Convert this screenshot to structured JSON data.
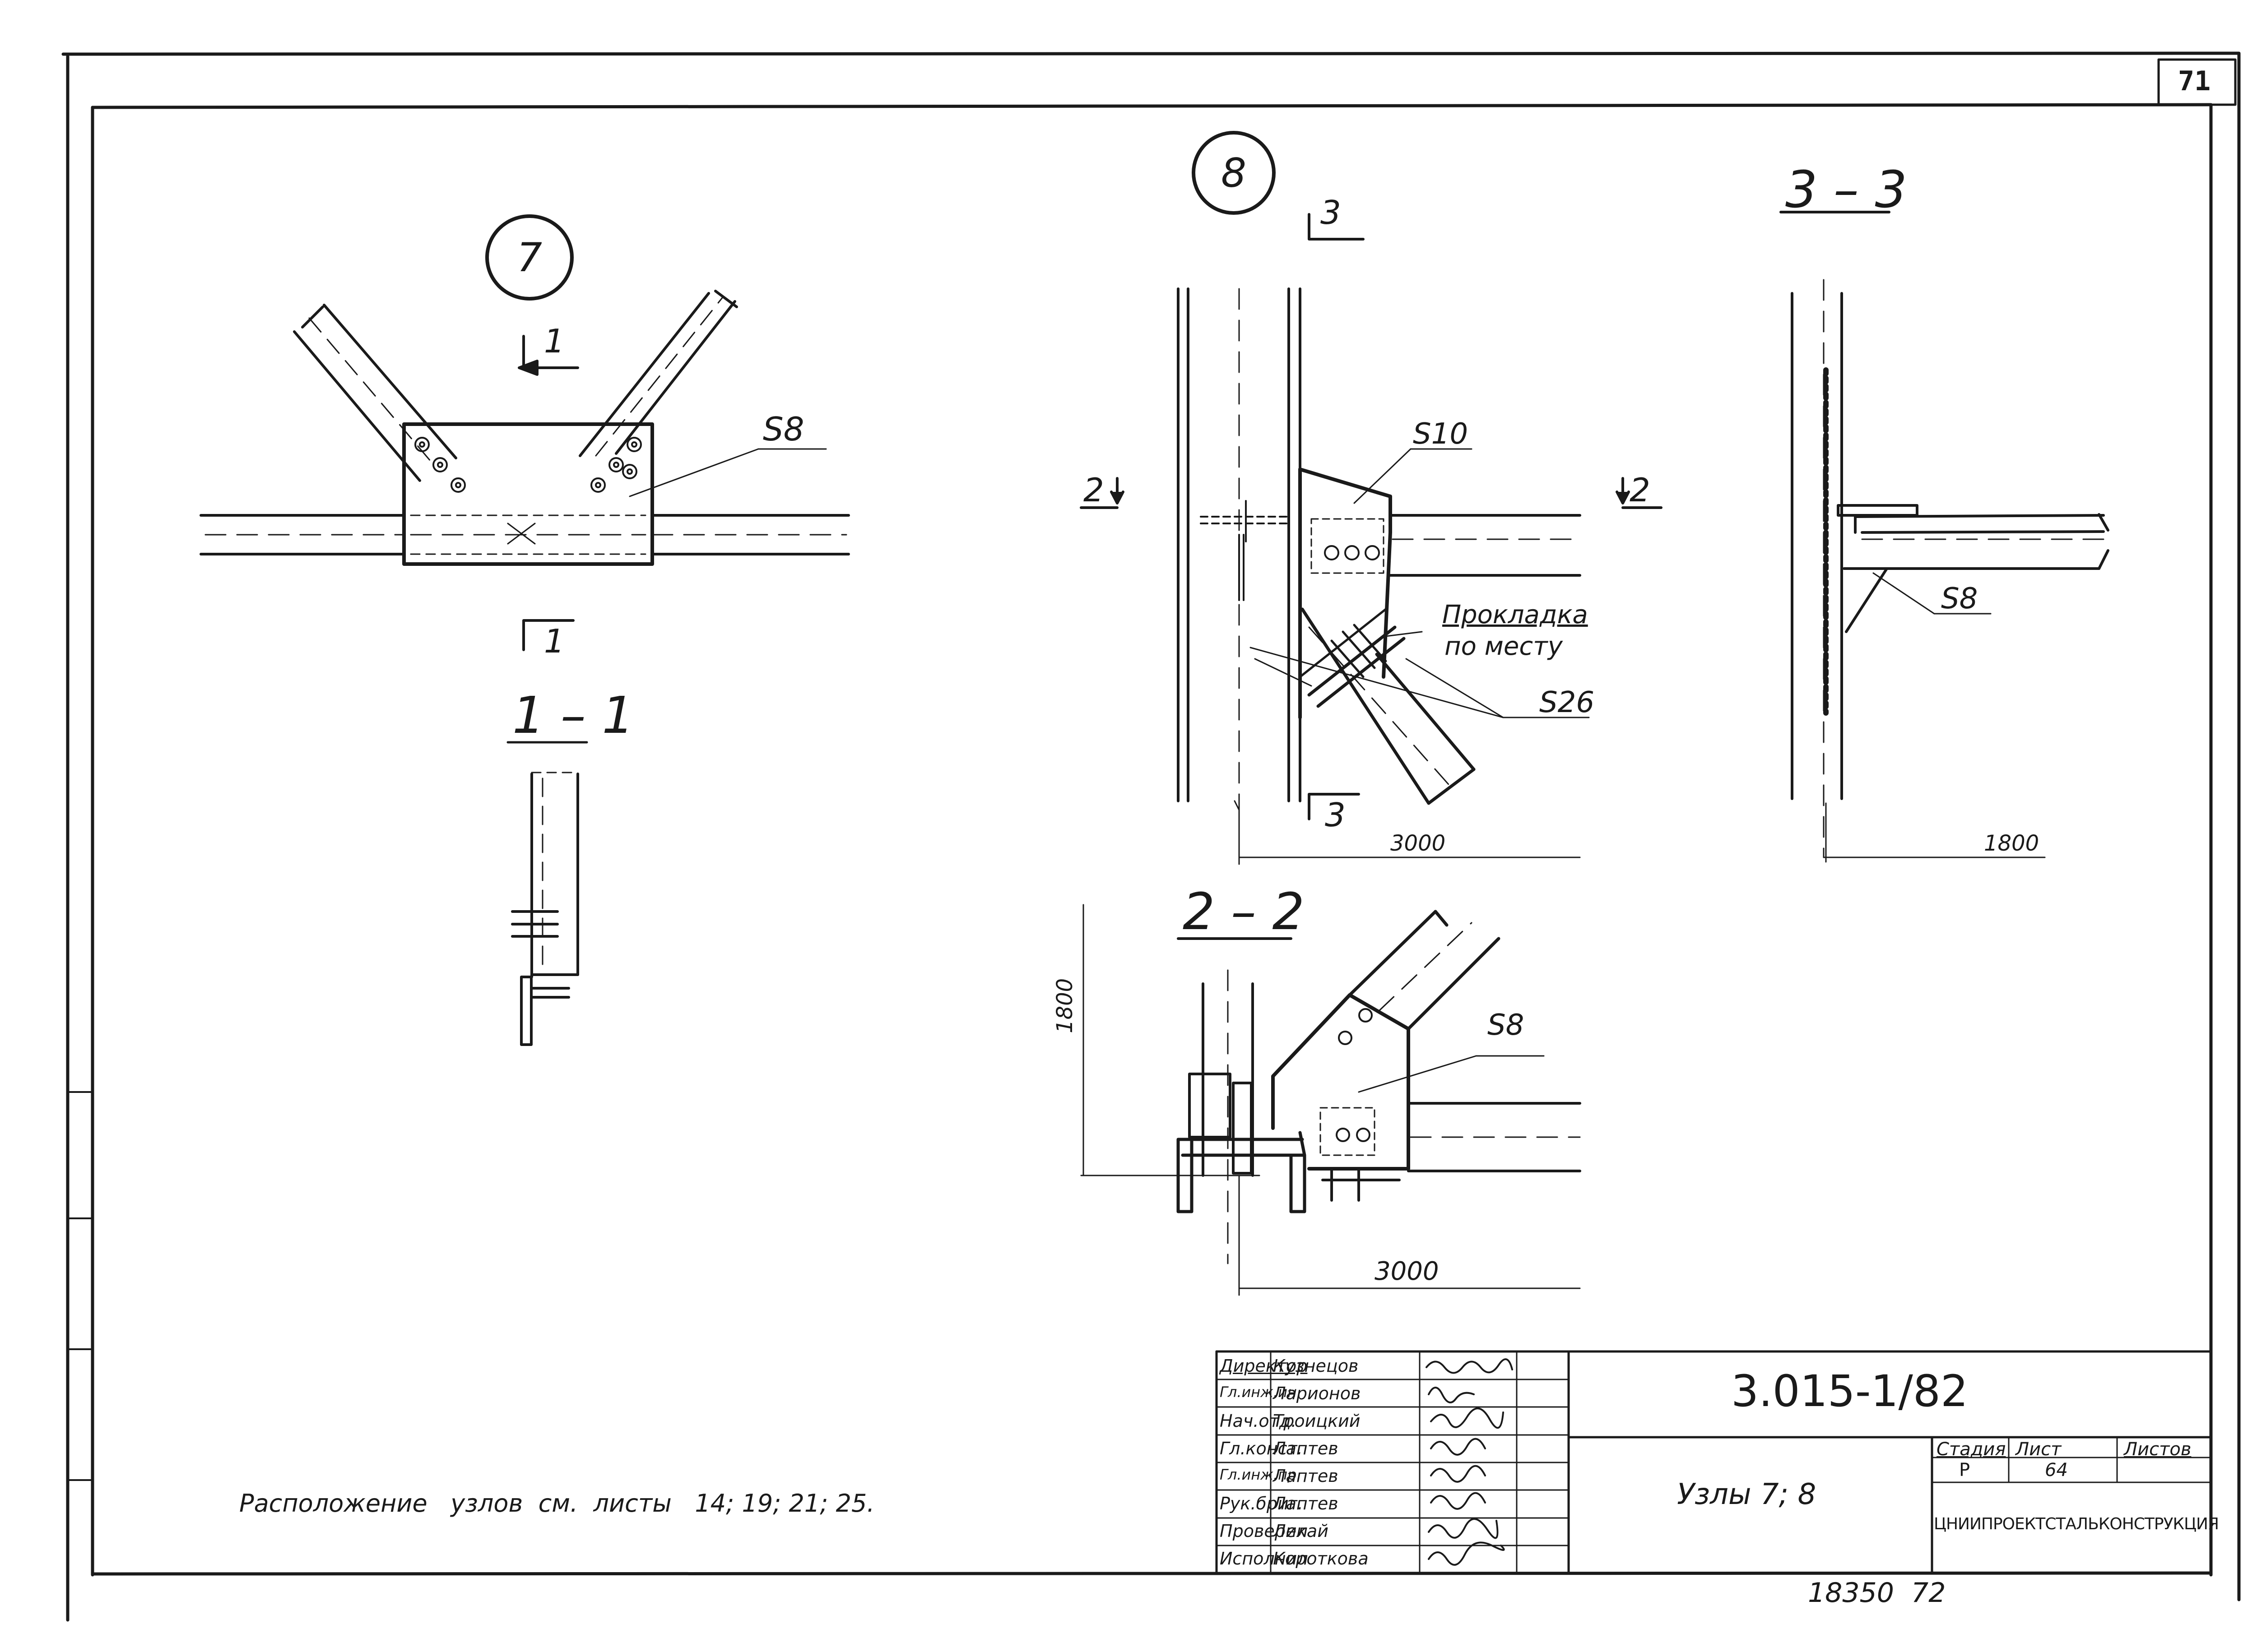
{
  "sheet": {
    "sheet_corner_number": "71",
    "footer_number": "18350  72"
  },
  "node7": {
    "node_number": "7",
    "section_mark": "1",
    "gusset_label": "S8",
    "section_title": "1 – 1"
  },
  "node8": {
    "node_number": "8",
    "section_mark_3": "3",
    "section_mark_2": "2",
    "plate_label_top": "S10",
    "shim_note_line1": "Прокладка",
    "shim_note_line2": "по месту",
    "plate_label_bottom": "S26",
    "dim_3000": "3000"
  },
  "section33": {
    "title": "3 – 3",
    "plate_label": "S8",
    "dim_1800": "1800"
  },
  "section22": {
    "title": "2 – 2",
    "plate_label": "S8",
    "dim_vertical": "1800",
    "dim_horizontal": "3000"
  },
  "note": {
    "text": "Расположение   узлов  см.  листы   14; 19; 21; 25."
  },
  "title_block": {
    "staff": [
      {
        "role": "Директор",
        "name": "Кузнецов"
      },
      {
        "role": "Гл.инж.ин.",
        "name": "Ларионов"
      },
      {
        "role": "Нач.отд.",
        "name": "Троицкий"
      },
      {
        "role": "Гл.конст.",
        "name": "Лаптев"
      },
      {
        "role": "Гл.инж.пр.",
        "name": "Лаптев"
      },
      {
        "role": "Рук.бриг.",
        "name": "Лаптев"
      },
      {
        "role": "Проверил",
        "name": "Лекай"
      },
      {
        "role": "Исполнил",
        "name": "Короткова"
      }
    ],
    "doc_code": "3.015-1/82",
    "drawing_title": "Узлы 7; 8",
    "stage_header": "Стадия",
    "sheet_header": "Лист",
    "sheets_header": "Листов",
    "stage_value": "Р",
    "sheet_value": "64",
    "sheets_value": "",
    "organization": "ЦНИИПРОЕКТСТАЛЬКОНСТРУКЦИЯ"
  }
}
